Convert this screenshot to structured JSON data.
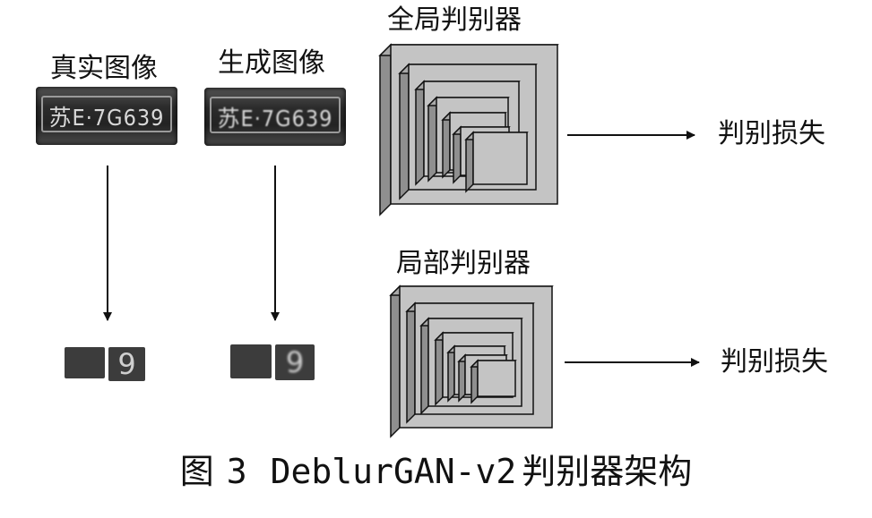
{
  "labels": {
    "real_image": "真实图像",
    "generated_image": "生成图像",
    "global_discriminator": "全局判别器",
    "local_discriminator": "局部判别器",
    "loss_top": "判别损失",
    "loss_bottom": "判别损失"
  },
  "plates": {
    "real": "苏E·7G639",
    "generated": "苏E·7G639"
  },
  "patches": {
    "real_left": "",
    "real_right": "9",
    "generated_left": "",
    "generated_right": "9"
  },
  "caption": {
    "figure": "图",
    "number": "3",
    "model": "DeblurGAN-v2",
    "title": "判别器架构"
  },
  "colors": {
    "box_face": "#c4c4c4",
    "box_side": "#8f8f8f",
    "box_stroke": "#111111",
    "arrow": "#111111"
  }
}
